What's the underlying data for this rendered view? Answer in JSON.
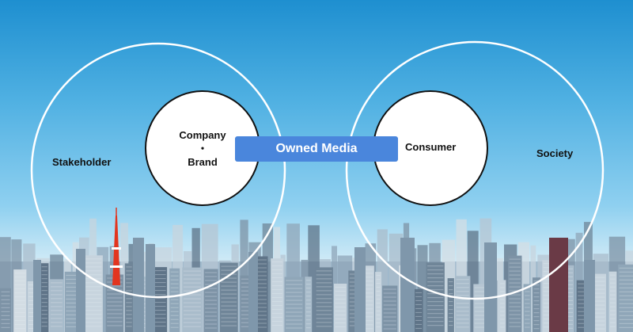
{
  "diagram": {
    "stakeholder_label": "Stakeholder",
    "society_label": "Society",
    "company_label": "Company",
    "company_separator": "・",
    "brand_label": "Brand",
    "consumer_label": "Consumer",
    "banner_label": "Owned Media"
  },
  "colors": {
    "banner": "#4a86dc",
    "circle_stroke": "#ffffff",
    "inner_circle_fill": "#ffffff",
    "tower": "#e2351f"
  }
}
